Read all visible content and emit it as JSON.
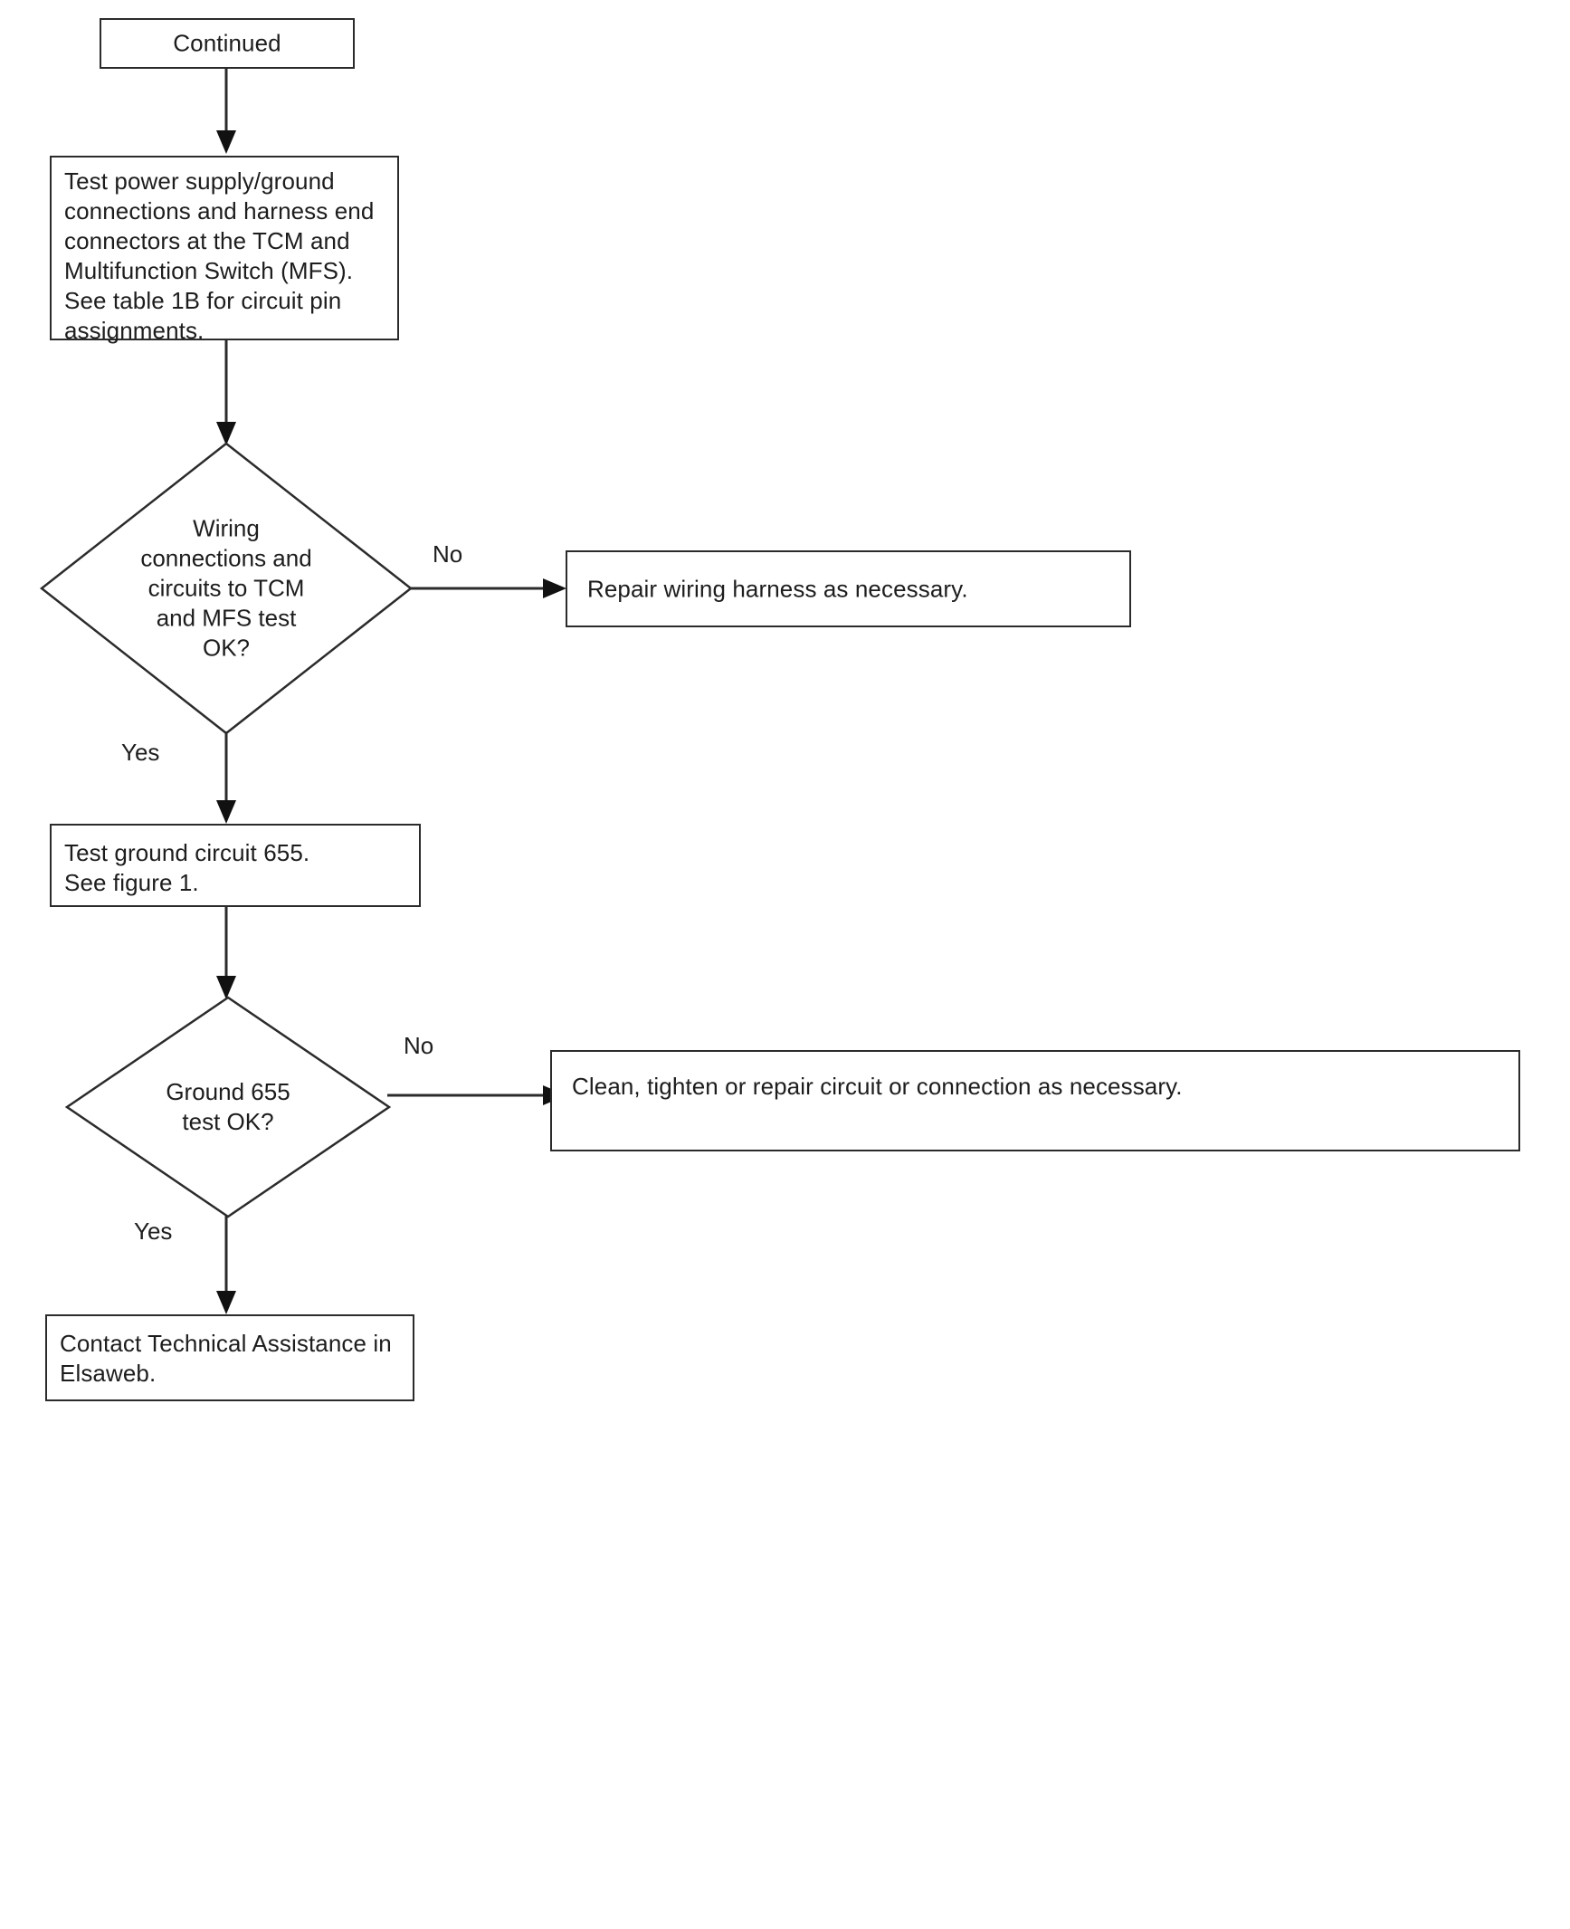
{
  "diagram": {
    "type": "flowchart",
    "title": "TCM / MFS wiring and ground circuit diagnostic flowchart",
    "nodes": [
      {
        "id": "continued",
        "shape": "box",
        "text": "Continued"
      },
      {
        "id": "test-power-supply",
        "shape": "box",
        "text": "Test power supply/ground\nconnections and harness end\nconnectors at the TCM and\nMultifunction Switch (MFS).\nSee table 1B for circuit pin\nassignments."
      },
      {
        "id": "wiring-ok-decision",
        "shape": "diamond",
        "text": "Wiring\nconnections and\ncircuits to TCM\nand MFS test\nOK?"
      },
      {
        "id": "repair-wiring-harness",
        "shape": "box",
        "text": "Repair wiring harness as necessary."
      },
      {
        "id": "test-ground-circuit",
        "shape": "box",
        "text": "Test ground circuit 655.\nSee figure 1."
      },
      {
        "id": "ground-ok-decision",
        "shape": "diamond",
        "text": "Ground 655\ntest OK?"
      },
      {
        "id": "clean-tighten-repair",
        "shape": "box",
        "text": "Clean, tighten or repair circuit or connection as necessary."
      },
      {
        "id": "contact-technical-assistance",
        "shape": "box",
        "text": "Contact Technical Assistance in\nElsaweb."
      }
    ],
    "edge_labels": {
      "wiring_no": "No",
      "wiring_yes": "Yes",
      "ground_no": "No",
      "ground_yes": "Yes"
    },
    "colors": {
      "stroke": "#2b2b2b",
      "text": "#1d1d1d",
      "background": "#ffffff",
      "arrow": "#111111"
    }
  }
}
